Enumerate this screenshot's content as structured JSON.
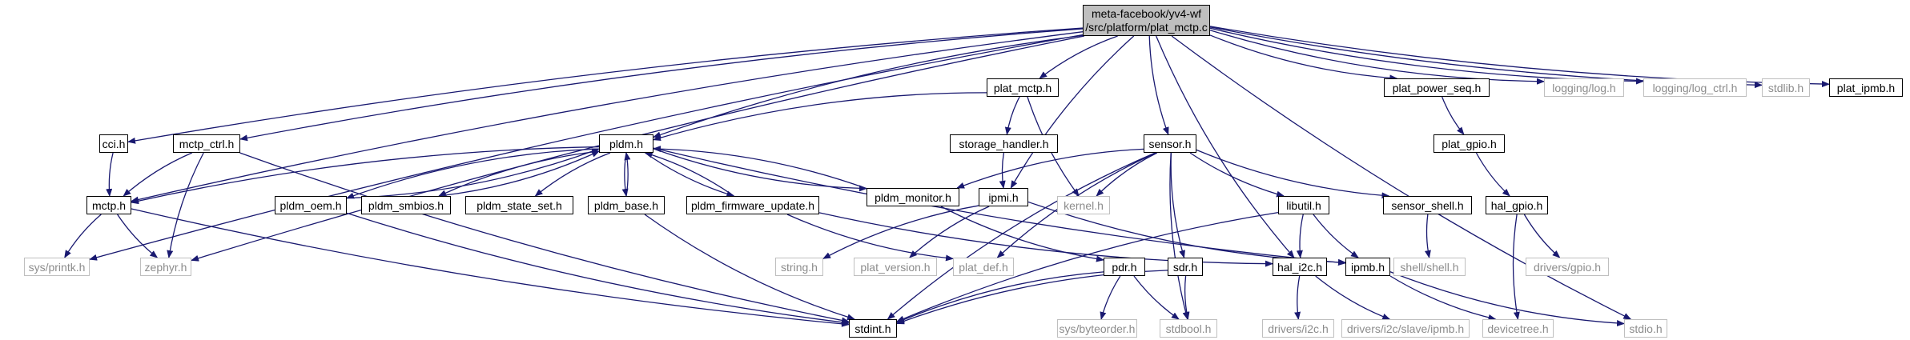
{
  "root": {
    "lines": [
      "meta-facebook/yv4-wf",
      "/src/platform/plat_mctp.c"
    ]
  },
  "nodes": {
    "cci_h": "cci.h",
    "mctp_ctrl_h": "mctp_ctrl.h",
    "mctp_h": "mctp.h",
    "sys_printk_h": "sys/printk.h",
    "zephyr_h": "zephyr.h",
    "stdint_h": "stdint.h",
    "pldm_h": "pldm.h",
    "pldm_oem_h": "pldm_oem.h",
    "pldm_smbios_h": "pldm_smbios.h",
    "pldm_state_set_h": "pldm_state_set.h",
    "pldm_base_h": "pldm_base.h",
    "pldm_firmware_update_h": "pldm_firmware_update.h",
    "pldm_monitor_h": "pldm_monitor.h",
    "plat_mctp_h": "plat_mctp.h",
    "storage_handler_h": "storage_handler.h",
    "ipmi_h": "ipmi.h",
    "kernel_h": "kernel.h",
    "string_h": "string.h",
    "plat_version_h": "plat_version.h",
    "plat_def_h": "plat_def.h",
    "pdr_h": "pdr.h",
    "sys_byteorder_h": "sys/byteorder.h",
    "stdbool_h": "stdbool.h",
    "sensor_h": "sensor.h",
    "sdr_h": "sdr.h",
    "libutil_h": "libutil.h",
    "hal_i2c_h": "hal_i2c.h",
    "ipmb_h": "ipmb.h",
    "drivers_i2c_h": "drivers/i2c.h",
    "drivers_i2c_slave_ipmb_h": "drivers/i2c/slave/ipmb.h",
    "devicetree_h": "devicetree.h",
    "sensor_shell_h": "sensor_shell.h",
    "shell_shell_h": "shell/shell.h",
    "plat_power_seq_h": "plat_power_seq.h",
    "plat_gpio_h": "plat_gpio.h",
    "hal_gpio_h": "hal_gpio.h",
    "drivers_gpio_h": "drivers/gpio.h",
    "logging_log_h": "logging/log.h",
    "logging_log_ctrl_h": "logging/log_ctrl.h",
    "stdlib_h": "stdlib.h",
    "plat_ipmb_h": "plat_ipmb.h",
    "stdio_h": "stdio.h"
  },
  "external_nodes": [
    "sys_printk_h",
    "zephyr_h",
    "kernel_h",
    "string_h",
    "plat_version_h",
    "plat_def_h",
    "sys_byteorder_h",
    "stdbool_h",
    "drivers_i2c_h",
    "drivers_i2c_slave_ipmb_h",
    "devicetree_h",
    "shell_shell_h",
    "drivers_gpio_h",
    "logging_log_h",
    "logging_log_ctrl_h",
    "stdlib_h",
    "stdio_h"
  ],
  "edges": [
    [
      "root",
      "cci_h"
    ],
    [
      "root",
      "mctp_ctrl_h"
    ],
    [
      "root",
      "mctp_h"
    ],
    [
      "root",
      "sys_printk_h"
    ],
    [
      "root",
      "zephyr_h"
    ],
    [
      "root",
      "pldm_h"
    ],
    [
      "root",
      "plat_mctp_h"
    ],
    [
      "root",
      "ipmi_h"
    ],
    [
      "root",
      "sensor_h"
    ],
    [
      "root",
      "hal_i2c_h"
    ],
    [
      "root",
      "plat_power_seq_h"
    ],
    [
      "root",
      "logging_log_h"
    ],
    [
      "root",
      "logging_log_ctrl_h"
    ],
    [
      "root",
      "stdlib_h"
    ],
    [
      "root",
      "plat_ipmb_h"
    ],
    [
      "root",
      "stdio_h"
    ],
    [
      "cci_h",
      "mctp_h"
    ],
    [
      "mctp_ctrl_h",
      "mctp_h"
    ],
    [
      "mctp_ctrl_h",
      "zephyr_h"
    ],
    [
      "mctp_ctrl_h",
      "stdint_h"
    ],
    [
      "mctp_h",
      "sys_printk_h"
    ],
    [
      "mctp_h",
      "zephyr_h"
    ],
    [
      "mctp_h",
      "stdint_h"
    ],
    [
      "pldm_h",
      "mctp_h"
    ],
    [
      "pldm_h",
      "pldm_oem_h"
    ],
    [
      "pldm_h",
      "pldm_smbios_h"
    ],
    [
      "pldm_h",
      "pldm_state_set_h"
    ],
    [
      "pldm_h",
      "pldm_base_h"
    ],
    [
      "pldm_h",
      "pldm_firmware_update_h"
    ],
    [
      "pldm_h",
      "pldm_monitor_h"
    ],
    [
      "pldm_h",
      "ipmb_h"
    ],
    [
      "pldm_oem_h",
      "pldm_h"
    ],
    [
      "pldm_oem_h",
      "stdint_h"
    ],
    [
      "pldm_smbios_h",
      "pldm_h"
    ],
    [
      "pldm_base_h",
      "pldm_h"
    ],
    [
      "pldm_base_h",
      "stdint_h"
    ],
    [
      "pldm_firmware_update_h",
      "pldm_h"
    ],
    [
      "pldm_firmware_update_h",
      "plat_def_h"
    ],
    [
      "pldm_firmware_update_h",
      "hal_i2c_h"
    ],
    [
      "pldm_monitor_h",
      "pldm_h"
    ],
    [
      "pldm_monitor_h",
      "pdr_h"
    ],
    [
      "plat_mctp_h",
      "pldm_h"
    ],
    [
      "plat_mctp_h",
      "storage_handler_h"
    ],
    [
      "plat_mctp_h",
      "kernel_h"
    ],
    [
      "storage_handler_h",
      "ipmi_h"
    ],
    [
      "ipmi_h",
      "string_h"
    ],
    [
      "ipmi_h",
      "plat_version_h"
    ],
    [
      "ipmi_h",
      "ipmb_h"
    ],
    [
      "pdr_h",
      "sys_byteorder_h"
    ],
    [
      "pdr_h",
      "stdbool_h"
    ],
    [
      "pdr_h",
      "stdint_h"
    ],
    [
      "sensor_h",
      "pldm_monitor_h"
    ],
    [
      "sensor_h",
      "kernel_h"
    ],
    [
      "sensor_h",
      "plat_def_h"
    ],
    [
      "sensor_h",
      "sdr_h"
    ],
    [
      "sensor_h",
      "stdbool_h"
    ],
    [
      "sensor_h",
      "stdint_h"
    ],
    [
      "sensor_h",
      "libutil_h"
    ],
    [
      "sensor_h",
      "sensor_shell_h"
    ],
    [
      "sdr_h",
      "stdbool_h"
    ],
    [
      "sdr_h",
      "stdint_h"
    ],
    [
      "libutil_h",
      "hal_i2c_h"
    ],
    [
      "libutil_h",
      "ipmb_h"
    ],
    [
      "libutil_h",
      "stdint_h"
    ],
    [
      "hal_i2c_h",
      "drivers_i2c_h"
    ],
    [
      "hal_i2c_h",
      "drivers_i2c_slave_ipmb_h"
    ],
    [
      "ipmb_h",
      "devicetree_h"
    ],
    [
      "ipmb_h",
      "stdio_h"
    ],
    [
      "sensor_shell_h",
      "shell_shell_h"
    ],
    [
      "plat_power_seq_h",
      "plat_gpio_h"
    ],
    [
      "plat_gpio_h",
      "hal_gpio_h"
    ],
    [
      "hal_gpio_h",
      "drivers_gpio_h"
    ],
    [
      "hal_gpio_h",
      "devicetree_h"
    ]
  ],
  "colors": {
    "edge": "#191970",
    "node_border": "#000000",
    "external_border": "#bfbfbf",
    "external_text": "#8c8c8c",
    "root_fill": "#bfbfbf"
  }
}
